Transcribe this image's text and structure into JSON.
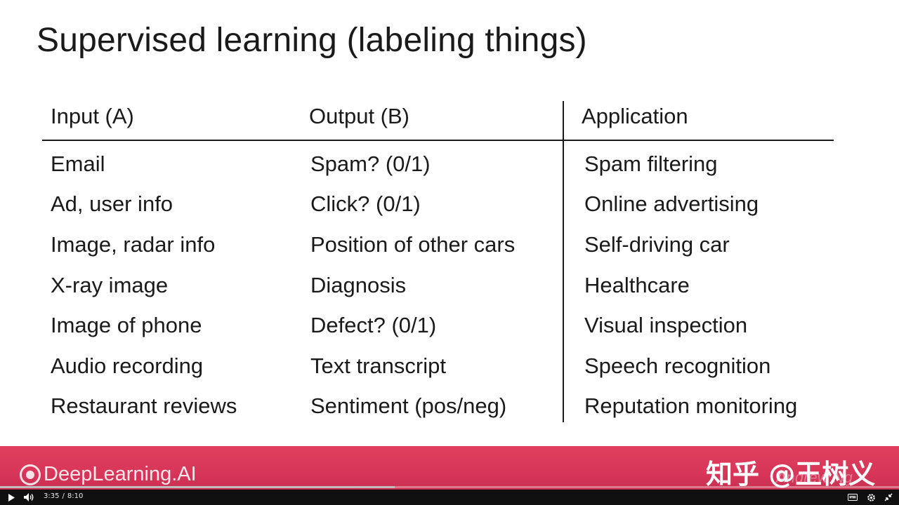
{
  "slide": {
    "title": "Supervised learning (labeling things)",
    "headers": {
      "input": "Input (A)",
      "output": "Output (B)",
      "application": "Application"
    },
    "rows": [
      {
        "input": "Email",
        "output": "Spam? (0/1)",
        "application": "Spam filtering"
      },
      {
        "input": "Ad, user info",
        "output": "Click? (0/1)",
        "application": "Online advertising"
      },
      {
        "input": "Image, radar info",
        "output": "Position of other cars",
        "application": "Self-driving car"
      },
      {
        "input": "X-ray image",
        "output": "Diagnosis",
        "application": "Healthcare"
      },
      {
        "input": "Image of phone",
        "output": "Defect? (0/1)",
        "application": "Visual inspection"
      },
      {
        "input": "Audio recording",
        "output": "Text transcript",
        "application": "Speech recognition"
      },
      {
        "input": "Restaurant reviews",
        "output": "Sentiment (pos/neg)",
        "application": "Reputation monitoring"
      }
    ]
  },
  "branding": {
    "logo_text": "DeepLearning.AI",
    "watermark": "知乎 @王树义",
    "watermark_faint": "Andrew Ng",
    "band_color": "#dc3a5a"
  },
  "player": {
    "current_time": "3:35",
    "separator": "/",
    "duration": "8:10",
    "progress_fraction": 0.439,
    "icons": {
      "play": "play-icon",
      "volume": "volume-icon",
      "captions": "captions-icon",
      "settings": "gear-icon",
      "fullscreen": "exit-fullscreen-icon"
    }
  }
}
